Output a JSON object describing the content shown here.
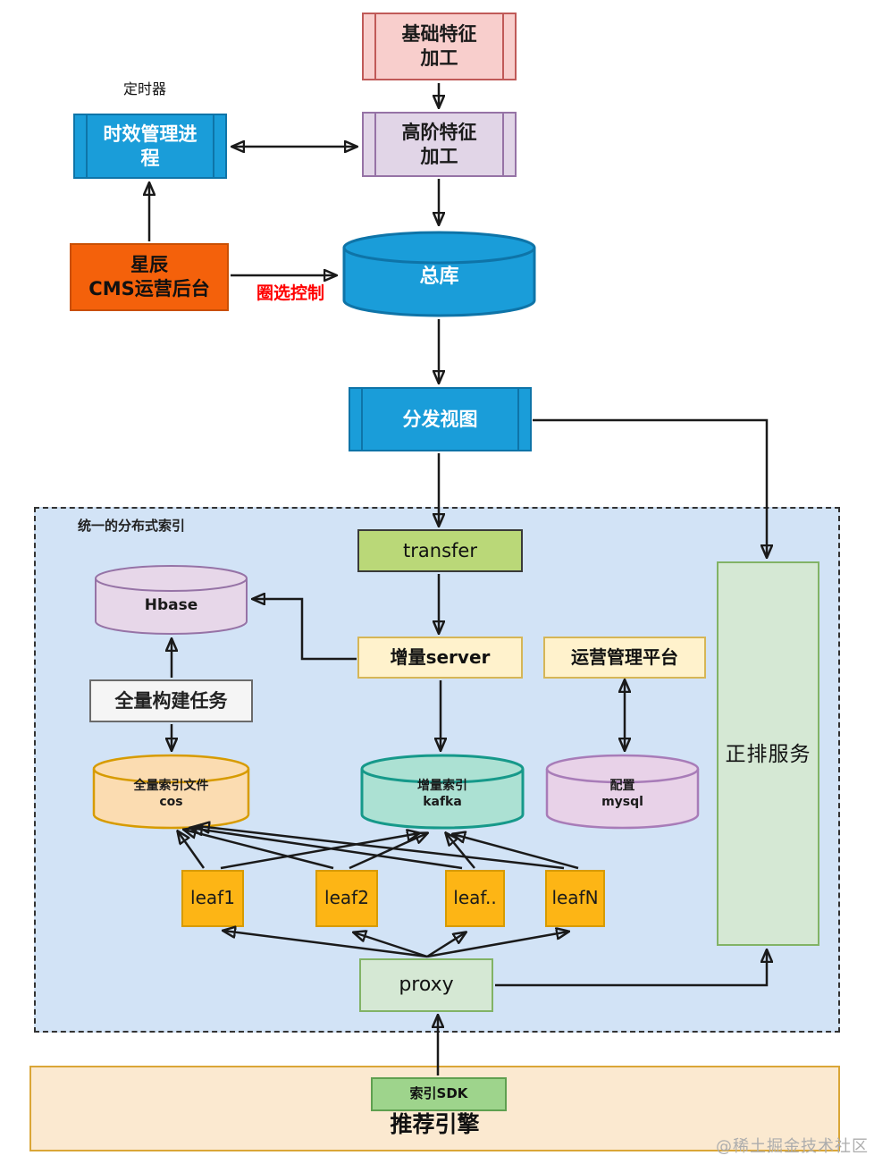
{
  "diagram": {
    "labels": {
      "timer": "定时器",
      "selection_control": "圈选控制",
      "index_container": "统一的分布式索引",
      "watermark": "@稀土掘金技术社区"
    },
    "nodes": {
      "basic_feature": "基础特征\n加工",
      "high_order_feature": "高阶特征\n加工",
      "timeliness_process": "时效管理进\n程",
      "cms_backend": "星辰\nCMS运营后台",
      "master_db": "总库",
      "dispatch_view": "分发视图",
      "transfer": "transfer",
      "hbase": "Hbase",
      "incr_server": "增量server",
      "ops_platform": "运营管理平台",
      "full_build_task": "全量构建任务",
      "cos": "全量索引文件\ncos",
      "kafka": "增量索引\nkafka",
      "mysql": "配置\nmysql",
      "leaf1": "leaf1",
      "leaf2": "leaf2",
      "leaf_more": "leaf..",
      "leafN": "leafN",
      "proxy": "proxy",
      "forward_rank_service": "正排服务",
      "index_sdk": "索引SDK",
      "recommend_engine": "推荐引擎"
    },
    "colors": {
      "blue_fill": "#1A9DD9",
      "blue_border": "#0E74A8",
      "pink_fill": "#F8CECC",
      "pink_border": "#C05A58",
      "purple_fill": "#E1D5E7",
      "purple_border": "#9673A6",
      "cms_orange_fill": "#F4610B",
      "transfer_green_fill": "#BAD878",
      "yellow_fill": "#FFF2CC",
      "yellow_border": "#D6B656",
      "gray_fill": "#F5F5F5",
      "cos_fill": "#FBDCB1",
      "cos_border": "#D79B00",
      "kafka_fill": "#ACE1D3",
      "kafka_border": "#16998A",
      "mysql_fill": "#E8D2E8",
      "mysql_border": "#A87CB8",
      "leaf_amber_fill": "#FDB515",
      "green_fill": "#D5E8D4",
      "green_border": "#82B366",
      "sdk_fill": "#9ED48C",
      "engine_fill": "#FBE9D0",
      "engine_border": "#DAA637",
      "container_fill": "#D2E3F6",
      "selection_label_red": "#FF0000",
      "arrow_black": "#1A1A1A"
    }
  }
}
